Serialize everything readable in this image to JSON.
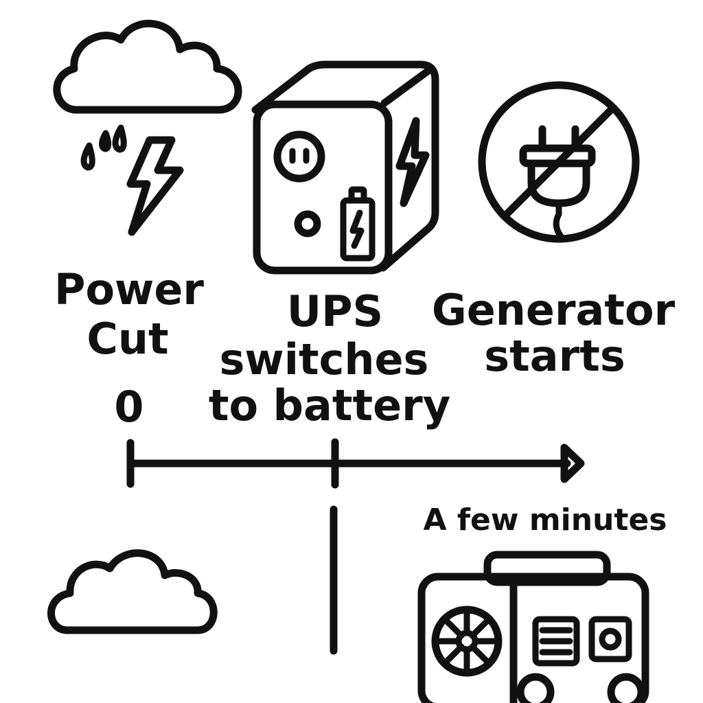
{
  "labels": {
    "power_cut_line1": "Power",
    "power_cut_line2": "Cut",
    "ups_line1": "UPS",
    "ups_line2": "switches",
    "ups_line3": "to battery",
    "generator_line1": "Generator",
    "generator_line2": "starts",
    "time_zero": "0",
    "few_minutes": "A few minutes"
  },
  "icons": [
    "storm-cloud-icon",
    "ups-device-icon",
    "no-plug-icon",
    "cloud-icon",
    "generator-icon"
  ],
  "colors": {
    "ink": "#111111",
    "background": "#ffffff"
  }
}
